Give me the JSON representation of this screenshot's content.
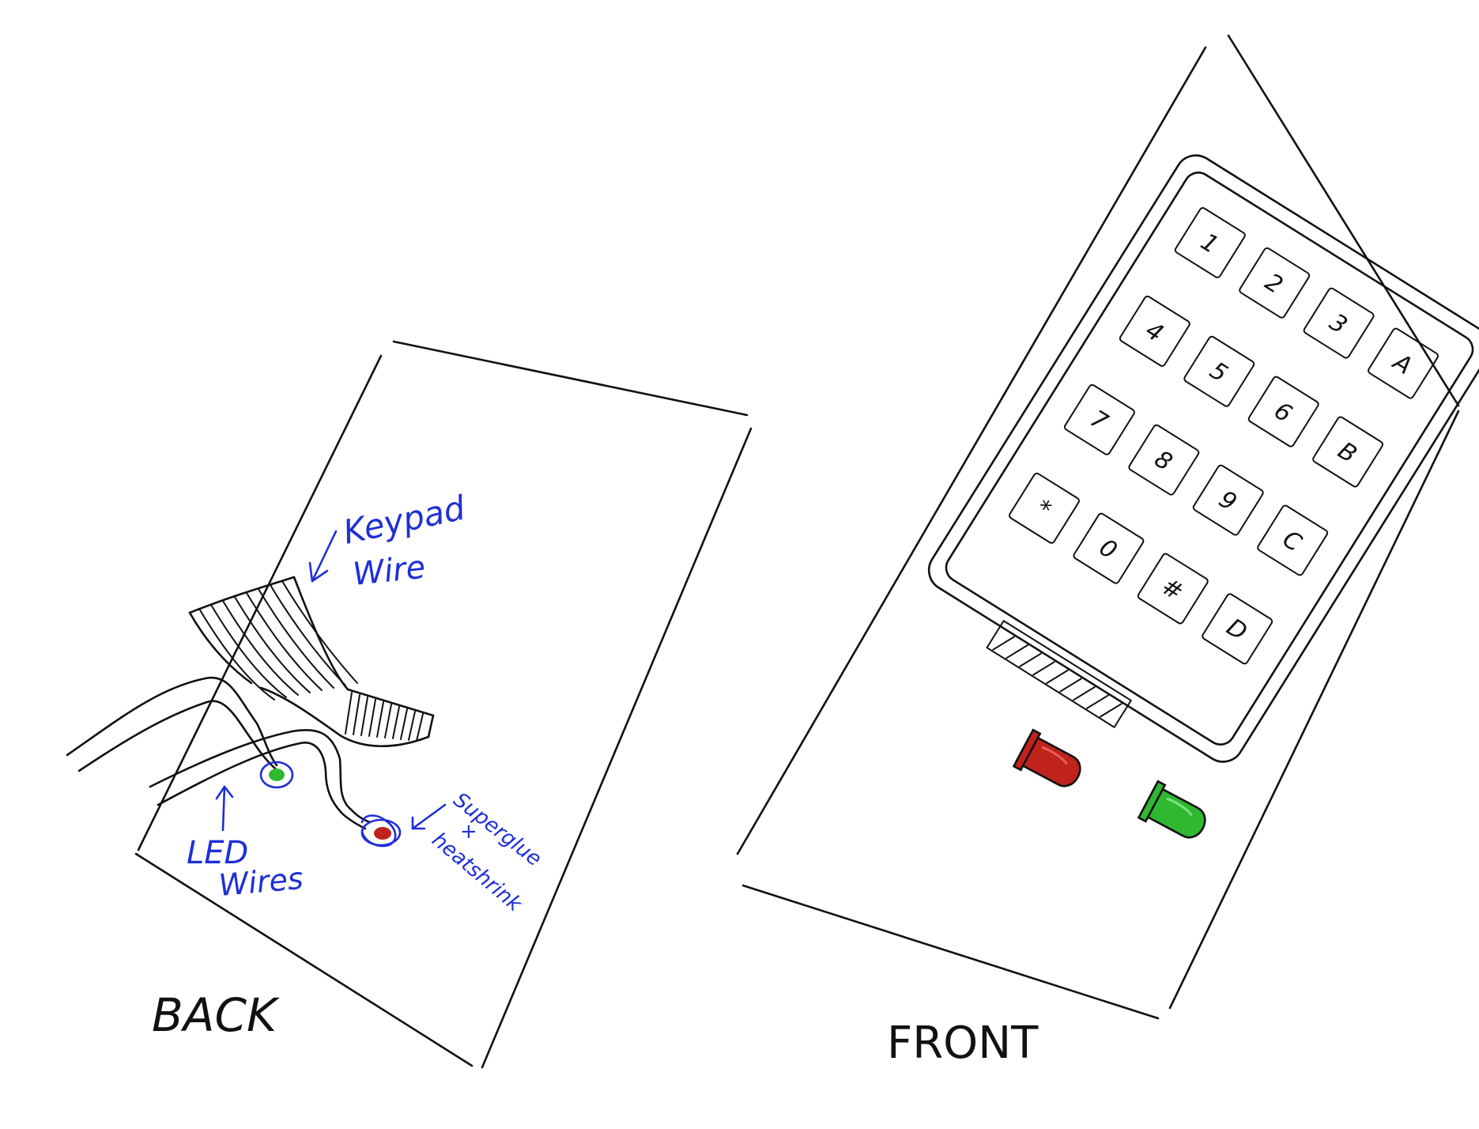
{
  "labels": {
    "back": "BACK",
    "front": "FRONT"
  },
  "annotations": {
    "keypad_wire_line1": "Keypad",
    "keypad_wire_line2": "Wire",
    "led_wires_line1": "LED",
    "led_wires_line2": "Wires",
    "superglue_line1": "Superglue",
    "superglue_line2": "+",
    "superglue_line3": "heatshrink"
  },
  "keypad": {
    "keys": [
      [
        "1",
        "2",
        "3",
        "A"
      ],
      [
        "4",
        "5",
        "6",
        "B"
      ],
      [
        "7",
        "8",
        "9",
        "C"
      ],
      [
        "*",
        "0",
        "#",
        "D"
      ]
    ]
  },
  "leds": {
    "red_color": "#c0221c",
    "green_color": "#2fb830"
  },
  "colors": {
    "ink": "#111111",
    "annotation": "#1f2fd6"
  }
}
